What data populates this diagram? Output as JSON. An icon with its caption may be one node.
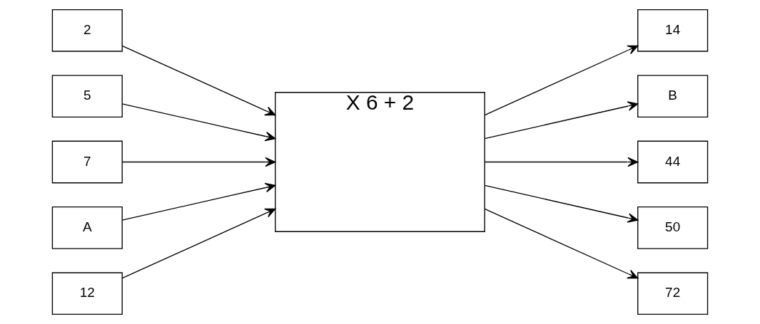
{
  "diagram": {
    "nodes": [
      {
        "text": [
          "2"
        ]
      },
      {
        "text": [
          "5"
        ]
      },
      {
        "text": [
          "7"
        ]
      },
      {
        "text": [
          "A"
        ]
      },
      {
        "text": [
          "12"
        ]
      },
      {
        "text": [
          "X 6 + 2"
        ]
      },
      {
        "text": [
          "14"
        ]
      },
      {
        "text": [
          "B"
        ]
      },
      {
        "text": [
          "44"
        ]
      },
      {
        "text": [
          "50"
        ]
      },
      {
        "text": [
          "72"
        ]
      }
    ],
    "edges": [
      {
        "from": 0,
        "to": 5,
        "arrow": "to"
      },
      {
        "from": 1,
        "to": 5,
        "arrow": "to"
      },
      {
        "from": 2,
        "to": 5,
        "arrow": "to"
      },
      {
        "from": 3,
        "to": 5,
        "arrow": "to"
      },
      {
        "from": 4,
        "to": 5,
        "arrow": "to"
      },
      {
        "from": 5,
        "to": 6,
        "arrow": "to"
      },
      {
        "from": 5,
        "to": 7,
        "arrow": "to"
      },
      {
        "from": 5,
        "to": 8,
        "arrow": "to"
      },
      {
        "from": 5,
        "to": 9,
        "arrow": "to"
      },
      {
        "from": 5,
        "to": 10,
        "arrow": "to"
      }
    ]
  }
}
